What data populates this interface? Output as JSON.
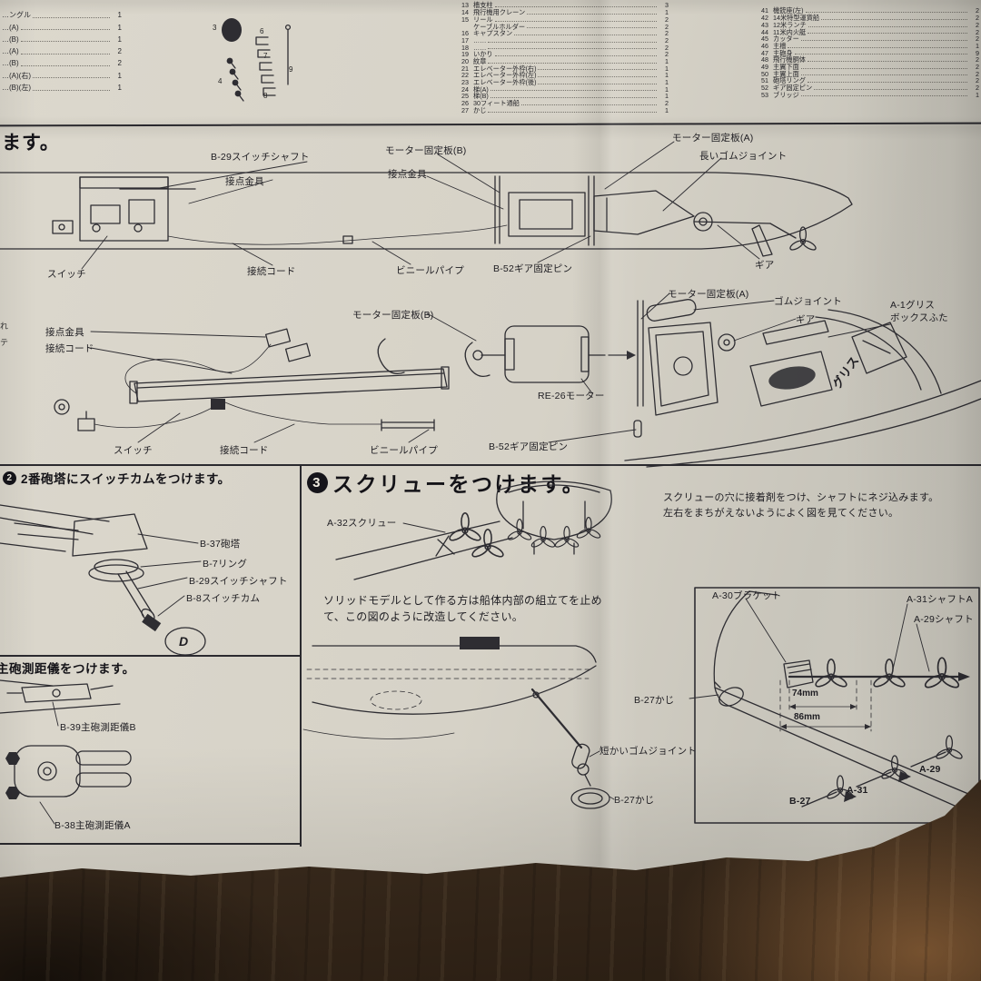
{
  "colors": {
    "paper": "#d6d2c7",
    "ink": "#2e2d32",
    "wood": "#4e3b29"
  },
  "margin_fragments": [
    "れ",
    "テ"
  ],
  "parts": {
    "diagram_numbers": [
      "3",
      "6",
      "7",
      "9",
      "4",
      "8"
    ],
    "left": [
      {
        "no": "",
        "name": "…ングル",
        "qty": "1"
      },
      {
        "no": "",
        "name": "…(A)",
        "qty": "1"
      },
      {
        "no": "",
        "name": "…(B)",
        "qty": "1"
      },
      {
        "no": "",
        "name": "…(A)",
        "qty": "2"
      },
      {
        "no": "",
        "name": "…(B)",
        "qty": "2"
      },
      {
        "no": "",
        "name": "…(A)(右)",
        "qty": "1"
      },
      {
        "no": "",
        "name": "…(B)(左)",
        "qty": "1"
      }
    ],
    "mid": [
      {
        "no": "13",
        "name": "檣支柱",
        "qty": "3"
      },
      {
        "no": "14",
        "name": "飛行機用クレーン",
        "qty": "1"
      },
      {
        "no": "15",
        "name": "リール",
        "qty": "2"
      },
      {
        "no": "",
        "name": "ケーブルホルダー",
        "qty": "2"
      },
      {
        "no": "16",
        "name": "キャプスタン",
        "qty": "2"
      },
      {
        "no": "17",
        "name": "……",
        "qty": "2"
      },
      {
        "no": "18",
        "name": "……",
        "qty": "2"
      },
      {
        "no": "19",
        "name": "いかり",
        "qty": "2"
      },
      {
        "no": "20",
        "name": "紋章",
        "qty": "1"
      },
      {
        "no": "21",
        "name": "エレベーター外枠(右)",
        "qty": "1"
      },
      {
        "no": "22",
        "name": "エレベーター外枠(左)",
        "qty": "1"
      },
      {
        "no": "23",
        "name": "エレベーター外枠(後)",
        "qty": "1"
      },
      {
        "no": "24",
        "name": "梯(A)",
        "qty": "1"
      },
      {
        "no": "25",
        "name": "梯(B)",
        "qty": "1"
      },
      {
        "no": "26",
        "name": "30フィート通船",
        "qty": "2"
      },
      {
        "no": "27",
        "name": "かじ",
        "qty": "1"
      }
    ],
    "right": [
      {
        "no": "41",
        "name": "機銃座(左)",
        "qty": "2"
      },
      {
        "no": "42",
        "name": "14米特型運貨船",
        "qty": "2"
      },
      {
        "no": "43",
        "name": "12米ランチ",
        "qty": "2"
      },
      {
        "no": "44",
        "name": "11米内火艇",
        "qty": "2"
      },
      {
        "no": "45",
        "name": "カッター",
        "qty": "2"
      },
      {
        "no": "46",
        "name": "主檣",
        "qty": "1"
      },
      {
        "no": "47",
        "name": "主砲身",
        "qty": "9"
      },
      {
        "no": "48",
        "name": "飛行機胴体",
        "qty": "2"
      },
      {
        "no": "49",
        "name": "主翼下面",
        "qty": "2"
      },
      {
        "no": "50",
        "name": "主翼上面",
        "qty": "2"
      },
      {
        "no": "51",
        "name": "砲塔リング",
        "qty": "2"
      },
      {
        "no": "52",
        "name": "ギア固定ピン",
        "qty": "2"
      },
      {
        "no": "53",
        "name": "ブリッジ",
        "qty": "1"
      }
    ]
  },
  "motor_section": {
    "heading_fragment": "ます。",
    "cutaway": {
      "switch_shaft": "B-29スイッチシャフト",
      "contact_top": "接点金具",
      "plate_b": "モーター固定板(B)",
      "contact_mid": "接点金具",
      "plate_a": "モーター固定板(A)",
      "long_joint": "長いゴムジョイント",
      "switch": "スイッチ",
      "cord": "接続コード",
      "vinyl_pipe": "ビニールパイプ",
      "gear_pin": "B-52ギア固定ピン",
      "gear": "ギア"
    },
    "exploded": {
      "plate_b": "モーター固定板(B)",
      "plate_a": "モーター固定板(A)",
      "rubber_joint": "ゴムジョイント",
      "gear": "ギア",
      "grease_lid": "A-1グリス\nボックスふた",
      "contact": "接点金具",
      "cord_top": "接続コード",
      "motor": "RE-26モーター",
      "gear_pin": "B-52ギア固定ピン",
      "switch": "スイッチ",
      "cord_bottom": "接続コード",
      "vinyl_pipe": "ビニールパイプ",
      "grease": "グリス"
    }
  },
  "turret_section": {
    "badge": "2",
    "heading": "2番砲塔にスイッチカムをつけます。",
    "labels": {
      "turret": "B-37砲塔",
      "ring": "B-7リング",
      "switch_shaft": "B-29スイッチシャフト",
      "switch_cam": "B-8スイッチカム",
      "part_d": "D"
    }
  },
  "rangefinder_section": {
    "heading": "主砲測距儀をつけます。",
    "labels": {
      "rf_b": "B-39主砲測距儀B",
      "rf_a": "B-38主砲測距儀A"
    }
  },
  "screw_section": {
    "badge": "3",
    "heading": "スクリューをつけます。",
    "note": "スクリューの穴に接着剤をつけ、シャフトにネジ込みます。\n左右をまちがえないようによく図を見てください。",
    "solid_note": "ソリッドモデルとして作る方は船体内部の組立てを止め\nて、この図のように改造してください。",
    "labels": {
      "screw": "A-32スクリュー",
      "bracket": "A-30ブラケット",
      "shaft_a31": "A-31シャフトA",
      "shaft_a29": "A-29シャフト",
      "rudder_left": "B-27かじ",
      "dim_74": "74mm",
      "dim_86": "86mm",
      "short_joint": "短かいゴムジョイント",
      "rudder_bottom": "B-27かじ",
      "a29": "A-29",
      "a31": "A-31",
      "b27": "B-27"
    }
  }
}
